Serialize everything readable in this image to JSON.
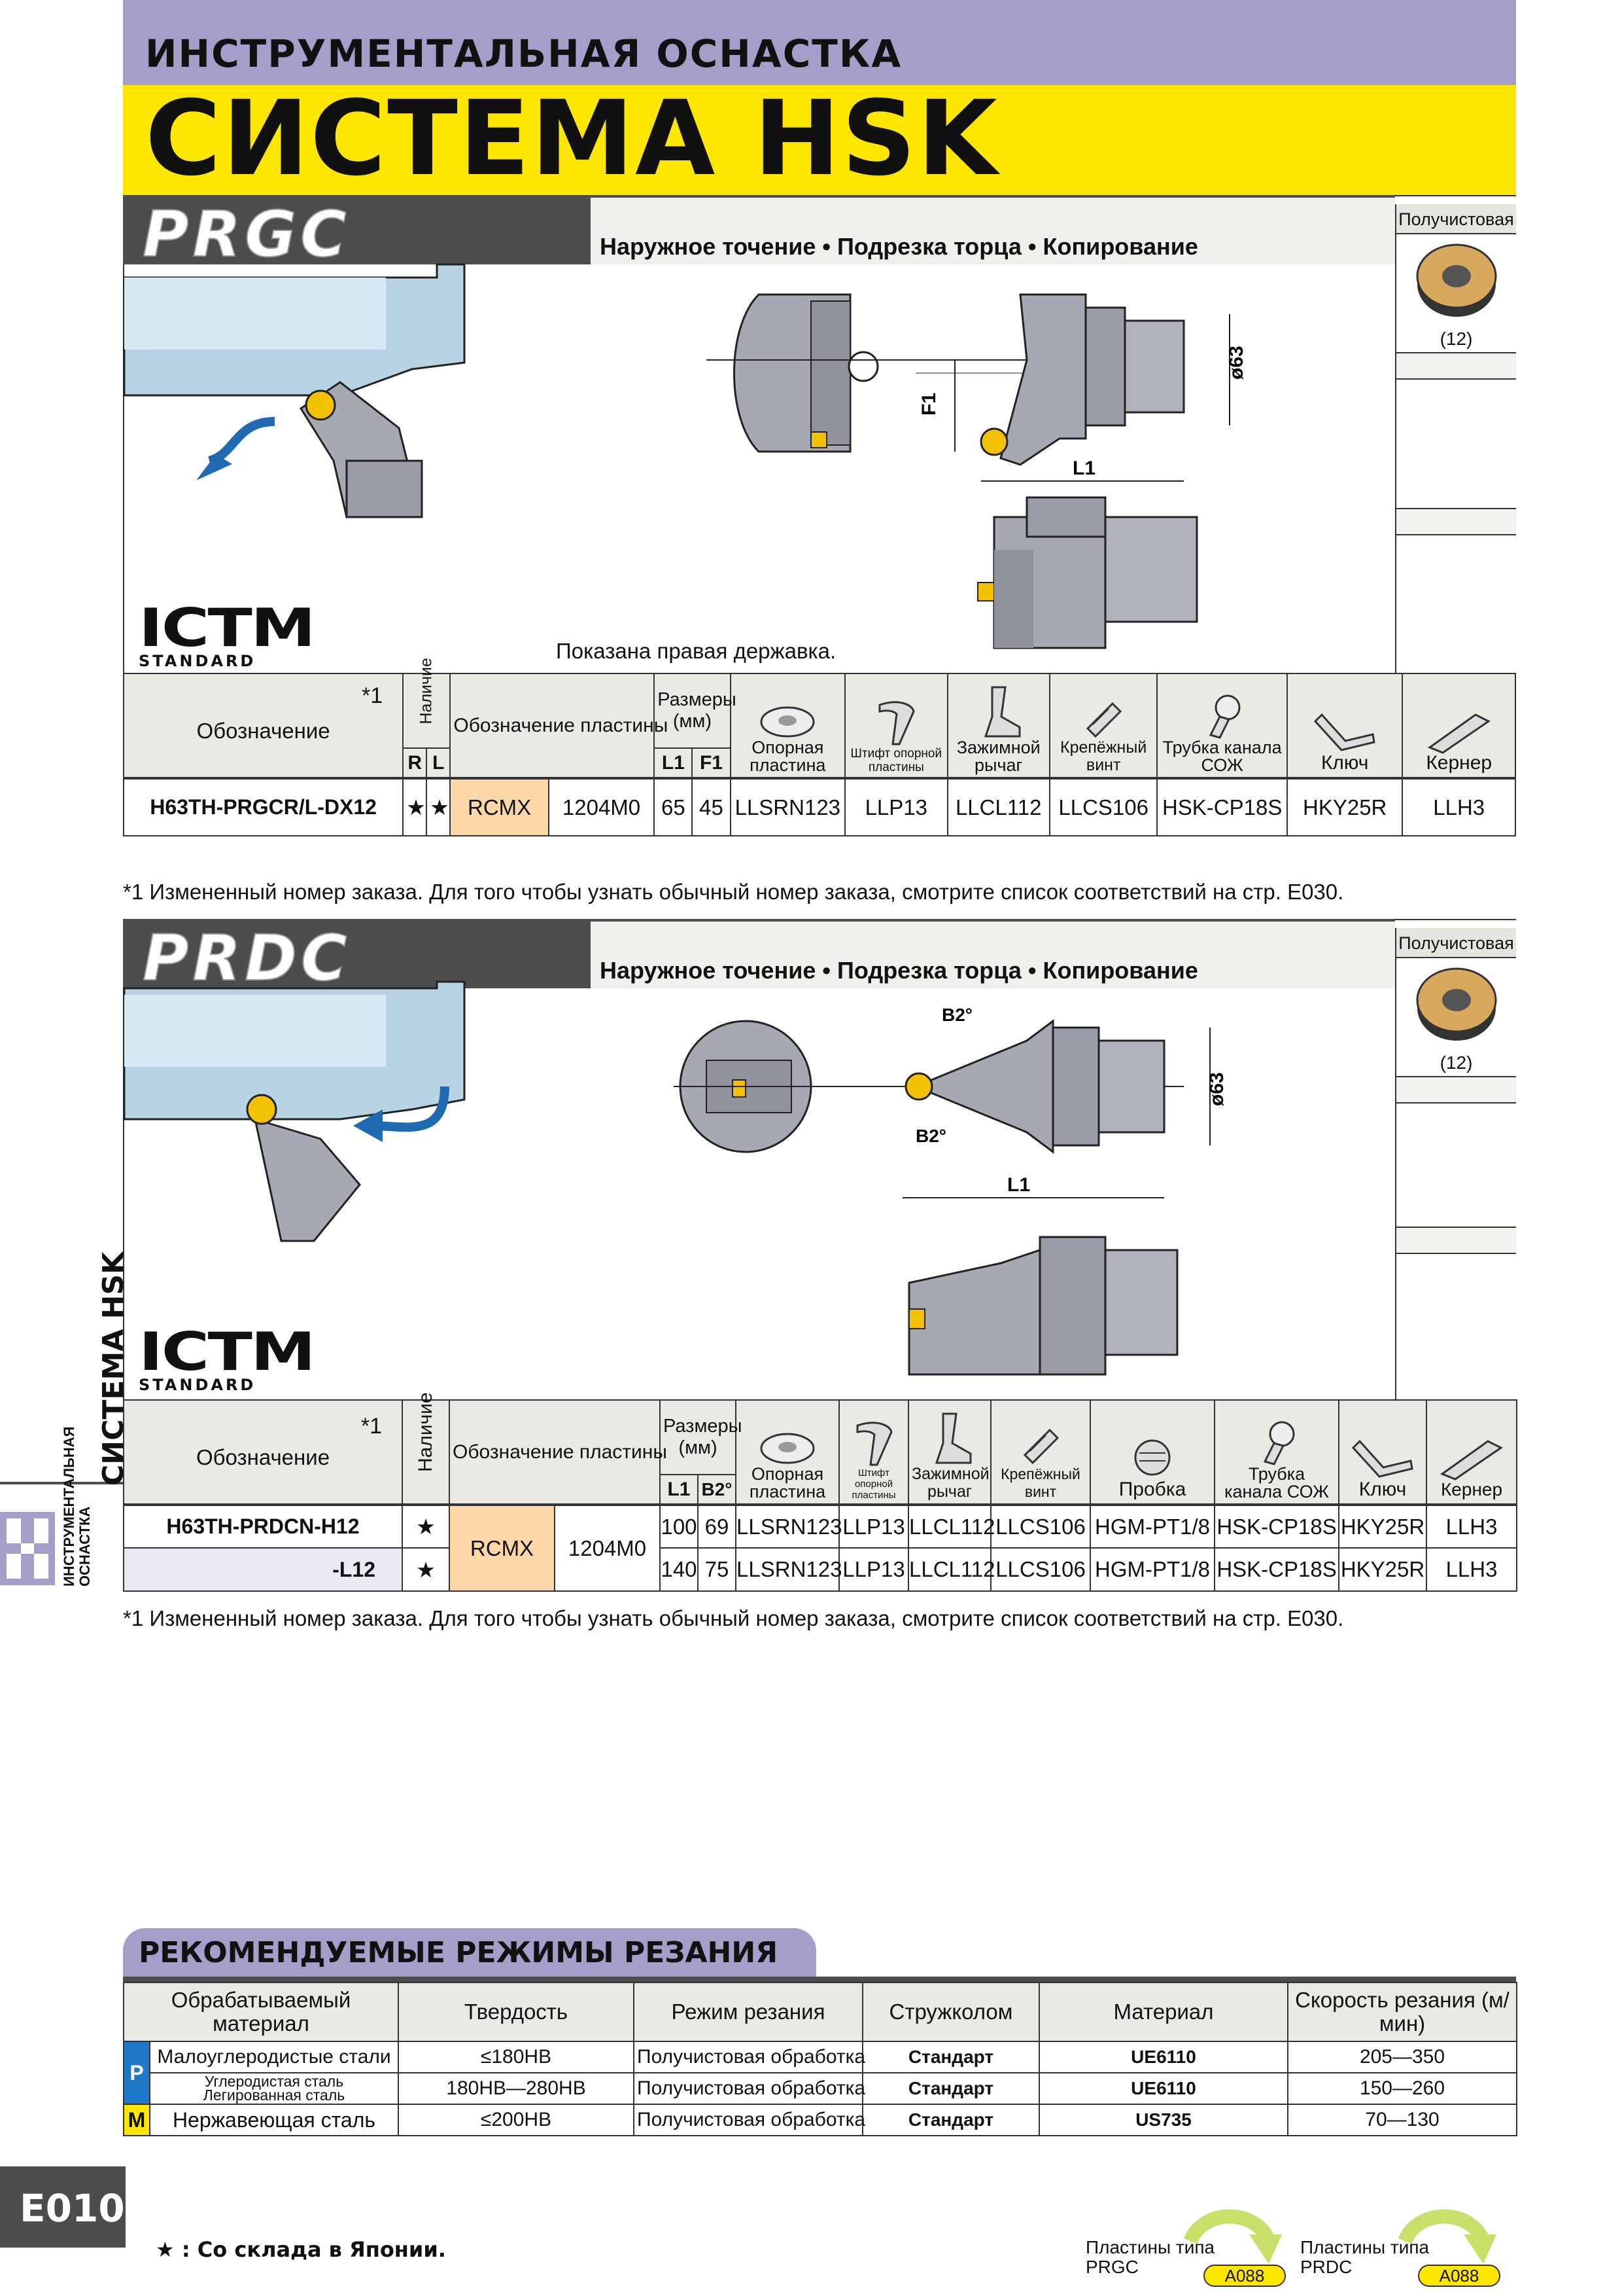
{
  "header": {
    "category": "ИНСТРУМЕНТАЛЬНАЯ ОСНАСТКА",
    "title": "СИСТЕМА HSK"
  },
  "side": {
    "label": "СИСТЕМА HSK",
    "sub1": "ИНСТРУМЕНТАЛЬНАЯ",
    "sub2": "ОСНАСТКА"
  },
  "logo": {
    "main": "ICTM",
    "sub": "STANDARD"
  },
  "colors": {
    "purple": "#a49ec8",
    "yellow": "#ffe600",
    "dark": "#4d4d4d",
    "tool": "#a6a8b2",
    "insert": "#f2c200"
  },
  "prgc": {
    "name": "PRGC",
    "ops": "Наружное точение • Подрезка торца • Копирование",
    "insert": {
      "type": "Получистовая",
      "count": "(12)"
    },
    "caption": "Показана правая державка.",
    "dims": {
      "d": "ø63",
      "f1": "F1",
      "l1": "L1"
    },
    "head": {
      "designation": "Обозначение",
      "star": "*1",
      "avail": "Наличие",
      "r": "R",
      "l": "L",
      "insert": "Обозначение пластины",
      "size": "Размеры (мм)",
      "c1": "L1",
      "c2": "F1",
      "parts": [
        "Опорная пластина",
        "Штифт опорной пластины",
        "Зажимной рычаг",
        "Крепёжный винт",
        "Трубка канала СОЖ",
        "Ключ",
        "Кернер"
      ]
    },
    "rows": [
      {
        "code": "H63TH-PRGCR/L-DX12",
        "r": "★",
        "l": "★",
        "ins1": "RCMX",
        "ins2": "1204M0",
        "v1": "65",
        "v2": "45",
        "parts": [
          "LLSRN123",
          "LLP13",
          "LLCL112",
          "LLCS106",
          "HSK-CP18S",
          "HKY25R",
          "LLH3"
        ]
      }
    ],
    "footnote": "*1 Измененный номер заказа. Для того чтобы узнать обычный номер заказа, смотрите список соответствий на стр. E030."
  },
  "prdc": {
    "name": "PRDC",
    "ops": "Наружное точение • Подрезка торца • Копирование",
    "insert": {
      "type": "Получистовая",
      "count": "(12)"
    },
    "dims": {
      "d": "ø63",
      "b2": "B2°",
      "l1": "L1"
    },
    "head": {
      "designation": "Обозначение",
      "star": "*1",
      "avail": "Наличие",
      "insert": "Обозначение пластины",
      "size": "Размеры (мм)",
      "c1": "L1",
      "c2": "B2°",
      "parts": [
        "Опорная пластина",
        "Штифт опорной пластины",
        "Зажимной рычаг",
        "Крепёжный винт",
        "Пробка",
        "Трубка канала СОЖ",
        "Ключ",
        "Кернер"
      ]
    },
    "rows": [
      {
        "code": "H63TH-PRDCN-H12",
        "avail": "★",
        "v1": "100",
        "v2": "69",
        "parts": [
          "LLSRN123",
          "LLP13",
          "LLCL112",
          "LLCS106",
          "HGM-PT1/8",
          "HSK-CP18S",
          "HKY25R",
          "LLH3"
        ]
      },
      {
        "code": "-L12",
        "avail": "★",
        "v1": "140",
        "v2": "75",
        "parts": [
          "LLSRN123",
          "LLP13",
          "LLCL112",
          "LLCS106",
          "HGM-PT1/8",
          "HSK-CP18S",
          "HKY25R",
          "LLH3"
        ]
      }
    ],
    "ins1": "RCMX",
    "ins2": "1204M0",
    "footnote": "*1 Измененный номер заказа. Для того чтобы узнать обычный номер заказа, смотрите список соответствий на стр. E030."
  },
  "cutting": {
    "title": "РЕКОМЕНДУЕМЫЕ РЕЖИМЫ РЕЗАНИЯ",
    "head": [
      "Обрабатываемый материал",
      "Твердость",
      "Режим резания",
      "Стружколом",
      "Материал",
      "Скорость резания (м/мин)"
    ],
    "rows": [
      {
        "grp": "P",
        "mat": "Малоуглеродистые стали",
        "hard": "≤180HB",
        "mode": "Получистовая обработка",
        "chip": "Стандарт",
        "grade": "UE6110",
        "speed": "205—350"
      },
      {
        "grp": "",
        "mat": "Углеродистая сталь Легированная сталь",
        "mat1": "Углеродистая сталь",
        "mat2": "Легированная сталь",
        "hard": "180HB—280HB",
        "mode": "Получистовая обработка",
        "chip": "Стандарт",
        "grade": "UE6110",
        "speed": "150—260"
      },
      {
        "grp": "M",
        "mat": "Нержавеющая сталь",
        "hard": "≤200HB",
        "mode": "Получистовая обработка",
        "chip": "Стандарт",
        "grade": "US735",
        "speed": "70—130"
      }
    ]
  },
  "footer": {
    "page": "E010",
    "note": "★ : Со склада в Японии.",
    "links": [
      {
        "label1": "Пластины типа",
        "label2": "PRGC",
        "page": "A088"
      },
      {
        "label1": "Пластины типа",
        "label2": "PRDC",
        "page": "A088"
      }
    ]
  }
}
